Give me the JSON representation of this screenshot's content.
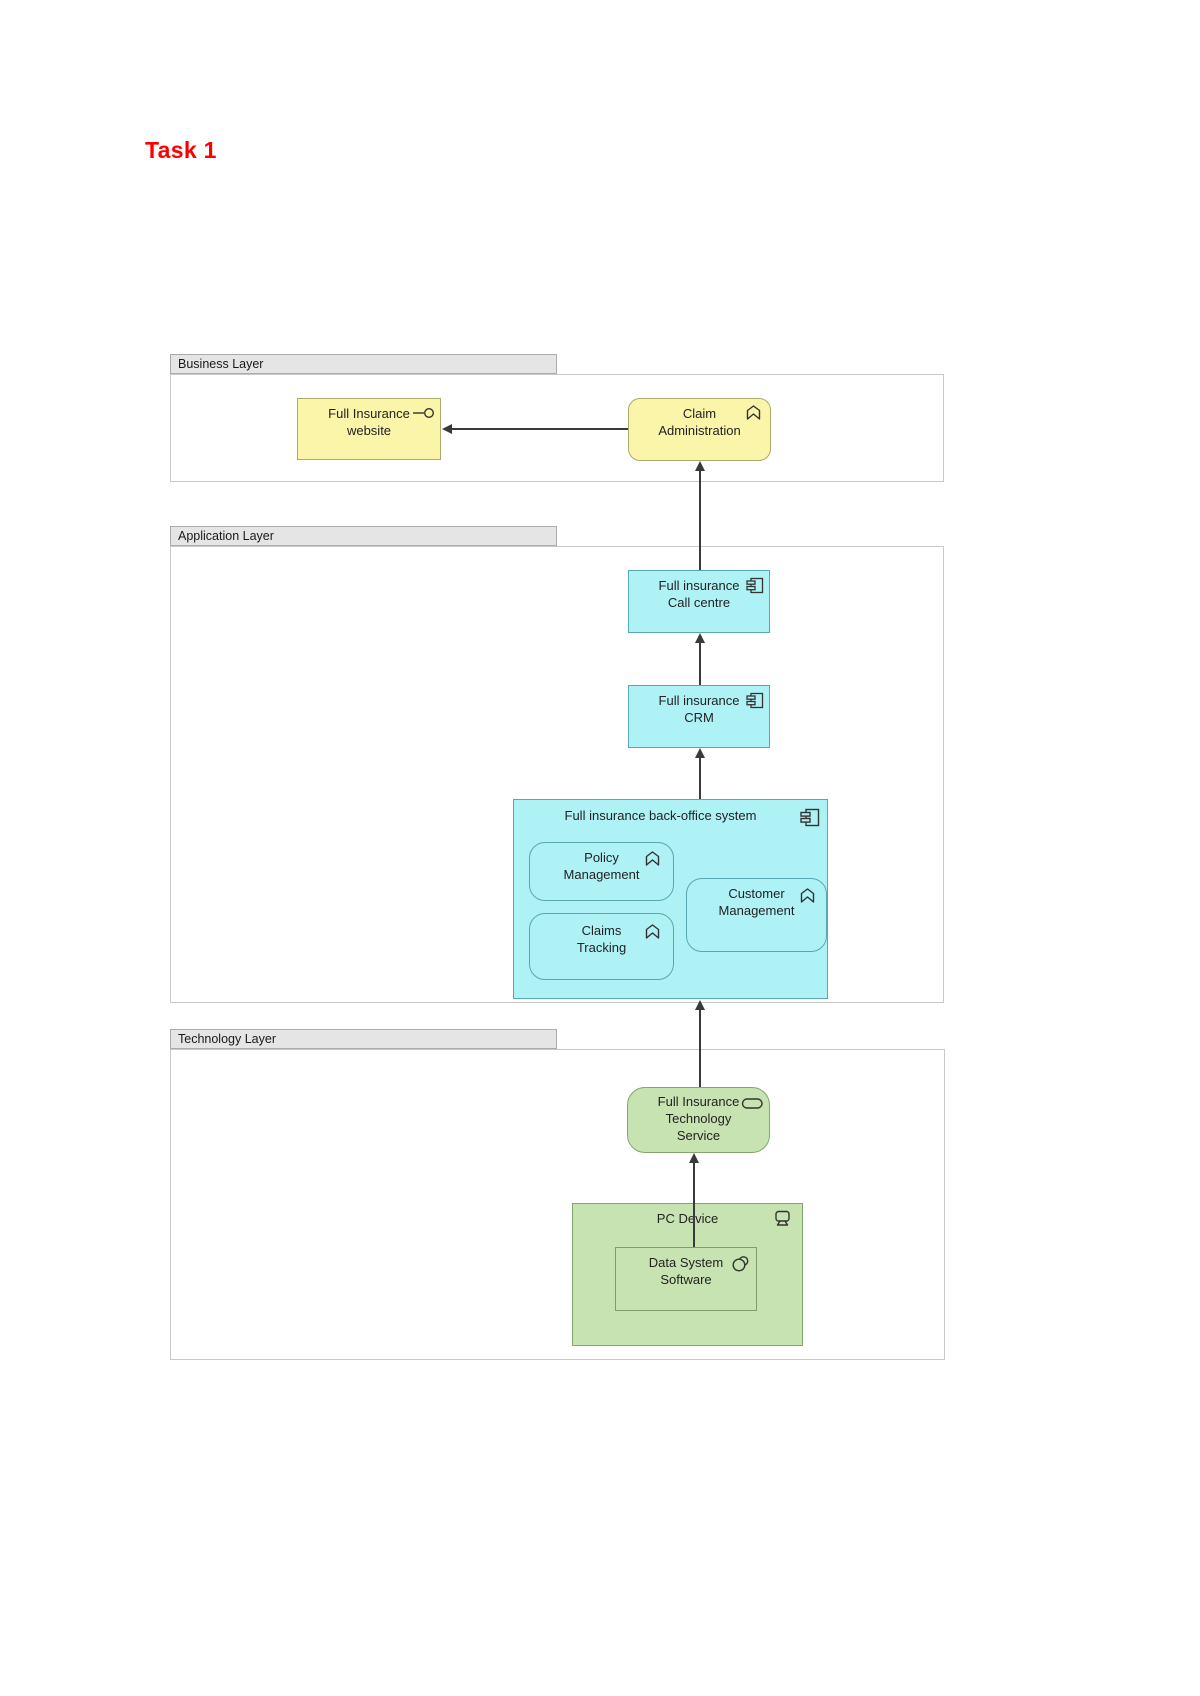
{
  "title": {
    "text": "Task 1"
  },
  "layers": {
    "business": {
      "label": "Business Layer"
    },
    "application": {
      "label": "Application Layer"
    },
    "technology": {
      "label": "Technology Layer"
    }
  },
  "nodes": {
    "website": {
      "label": "Full Insurance\nwebsite",
      "icon": "interface-lollipop-icon"
    },
    "claim_admin": {
      "label": "Claim\nAdministration",
      "icon": "function-icon"
    },
    "call_centre": {
      "label": "Full insurance\nCall centre",
      "icon": "component-icon"
    },
    "crm": {
      "label": "Full insurance\nCRM",
      "icon": "component-icon"
    },
    "back_office": {
      "label": "Full insurance back-office system",
      "icon": "component-icon"
    },
    "policy_mgmt": {
      "label": "Policy\nManagement",
      "icon": "function-icon"
    },
    "customer_mgmt": {
      "label": "Customer\nManagement",
      "icon": "function-icon"
    },
    "claims_tracking": {
      "label": "Claims\nTracking",
      "icon": "function-icon"
    },
    "tech_service": {
      "label": "Full Insurance\nTechnology\nService",
      "icon": "service-icon"
    },
    "pc_device": {
      "label": "PC Device",
      "icon": "device-icon"
    },
    "data_software": {
      "label": "Data System\nSoftware",
      "icon": "system-software-icon"
    }
  },
  "relationships": [
    {
      "from": "Claim Administration",
      "to": "Full Insurance website",
      "type": "arrow"
    },
    {
      "from": "Full insurance Call centre",
      "to": "Claim Administration",
      "type": "arrow"
    },
    {
      "from": "Full insurance CRM",
      "to": "Full insurance Call centre",
      "type": "arrow"
    },
    {
      "from": "Full insurance back-office system",
      "to": "Full insurance CRM",
      "type": "arrow"
    },
    {
      "from": "Full Insurance Technology Service",
      "to": "Full insurance back-office system",
      "type": "arrow"
    },
    {
      "from": "Data System Software",
      "to": "Full Insurance Technology Service",
      "type": "arrow"
    }
  ],
  "colors": {
    "business_fill": "#FBF5A9",
    "business_border": "#ABAB6B",
    "application_fill": "#AEF2F5",
    "application_border": "#58A8B2",
    "technology_fill": "#C8E3B2",
    "technology_border": "#85A474",
    "tab_fill": "#E5E5E5",
    "layer_border": "#C9C9C9",
    "arrow": "#3A3A3A",
    "title_red": "#FF0000"
  }
}
